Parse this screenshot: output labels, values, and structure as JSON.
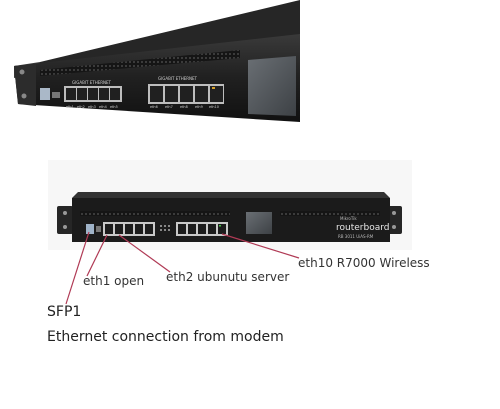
{
  "top_photo": {
    "group_labels": [
      "GIGABIT ETHERNET",
      "GIGABIT ETHERNET"
    ],
    "port_labels": [
      "eth1",
      "eth2",
      "eth3",
      "eth4",
      "eth5",
      "eth6",
      "eth7",
      "eth8",
      "eth9",
      "eth10"
    ]
  },
  "bottom_photo": {
    "brand_small": "MikroTik",
    "brand": "routerboard",
    "model": "RB 3011 UiAS-RM"
  },
  "annotations": {
    "eth1": "eth1 open",
    "eth2": "eth2 ubunutu server",
    "eth10": "eth10 R7000 Wireless",
    "sfp1": "SFP1",
    "ethernet_modem": "Ethernet connection from modem"
  },
  "colors": {
    "device_body": "#1b1b1b",
    "pointer_line": "#b03a55",
    "port_metal": "#c9c9c9",
    "led_green": "#3fbf3f"
  }
}
